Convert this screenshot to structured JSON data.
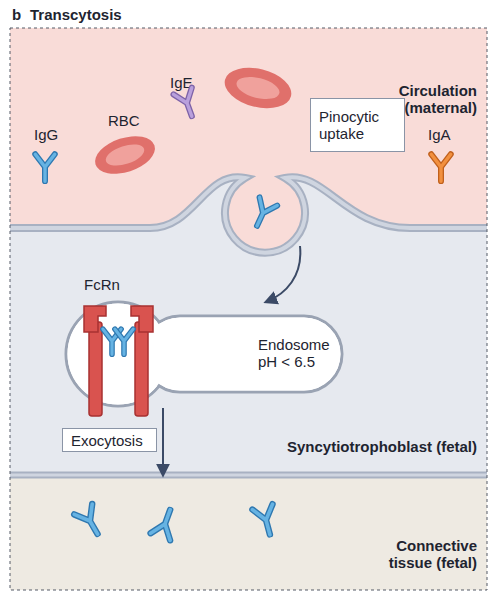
{
  "diagram": {
    "title": "Transcytosis",
    "nodes": [
      {
        "text": [
          "Circulation (maternal)"
        ]
      },
      {
        "text": [
          "Pinocytic uptake"
        ],
        "in": 0
      },
      {
        "text": [
          "Syncytiotrophoblast (fetal)"
        ]
      },
      {
        "text": [
          "Endosome pH < 6.5"
        ],
        "in": 2
      },
      {
        "text": [
          "Exocytosis"
        ],
        "in": 2
      },
      {
        "text": [
          "Connective tissue (fetal)"
        ]
      }
    ],
    "edges": [
      {
        "from": 3,
        "to": 5,
        "arrow": "to"
      }
    ],
    "labels": [
      "b",
      "IgE",
      "IgG",
      "RBC",
      "IgA",
      "FcRn"
    ]
  }
}
